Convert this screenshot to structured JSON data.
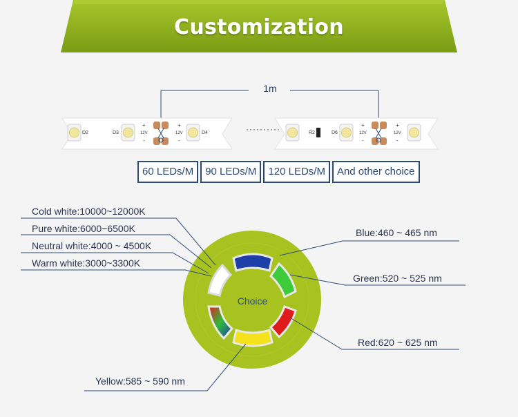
{
  "banner": {
    "title": "Customization"
  },
  "ruler": {
    "label": "1m"
  },
  "strip": {
    "left_labels": [
      "D2",
      "D3",
      "12V",
      "12V",
      "D4"
    ],
    "right_labels": [
      "R2",
      "D6",
      "12V",
      "12V"
    ],
    "polarity": [
      "+",
      "-",
      "+",
      "-"
    ],
    "dots": "··········"
  },
  "density_options": [
    "60 LEDs/M",
    "90 LEDs/M",
    "120 LEDs/M",
    "And other choice"
  ],
  "wheel": {
    "center_label": "Choice"
  },
  "callouts": {
    "cold_white": "Cold white:10000~12000K",
    "pure_white": "Pure white:6000~6500K",
    "neutral_white": "Neutral white:4000 ~ 4500K",
    "warm_white": "Warm white:3000~3300K",
    "blue": "Blue:460 ~ 465 nm",
    "green": "Green:520 ~ 525 nm",
    "red": "Red:620 ~ 625 nm",
    "yellow": "Yellow:585 ~ 590 nm"
  },
  "colors": {
    "banner_green": "#8fb21f",
    "banner_dark": "#5e7d10",
    "wheel_green": "#a8c31f",
    "blue_led": "#1f3fa8",
    "green_led": "#3ecb3a",
    "red_led": "#e01b1b",
    "yellow_led": "#f5e21a",
    "line_color": "#2d4a75"
  }
}
